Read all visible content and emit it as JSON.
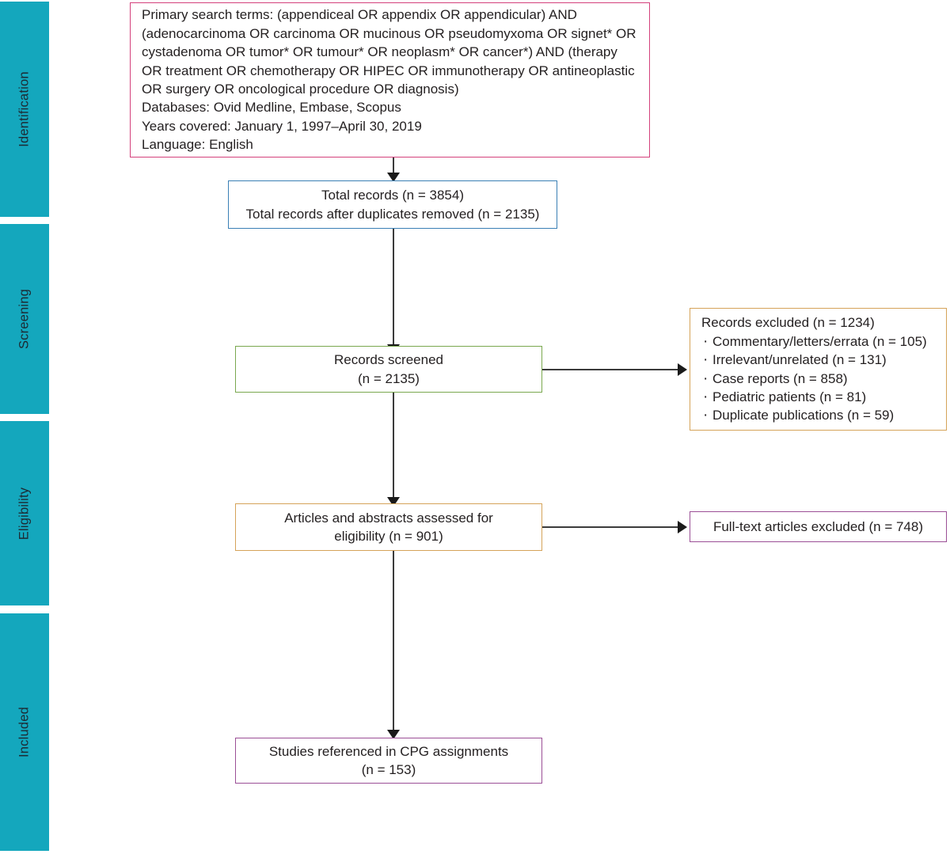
{
  "diagram": {
    "type": "prisma-flow-diagram",
    "title": "PRISMA study selection flow diagram",
    "rail_color": "#14a7bd",
    "connector_color": "#3b3b3b"
  },
  "stages": [
    {
      "label": "Identification"
    },
    {
      "label": "Screening"
    },
    {
      "label": "Eligibility"
    },
    {
      "label": "Included"
    }
  ],
  "boxes": {
    "search_terms": {
      "border_color": "#d4417c",
      "lines": [
        "Primary search terms: (appendiceal OR appendix OR appendicular) AND",
        "(adenocarcinoma OR carcinoma OR mucinous OR pseudomyxoma OR signet* OR",
        "cystadenoma OR tumor* OR tumour* OR neoplasm* OR cancer*) AND (therapy",
        "OR treatment OR chemotherapy OR HIPEC OR immunotherapy OR antineoplastic",
        "OR surgery OR oncological procedure OR diagnosis)",
        "Databases: Ovid Medline, Embase, Scopus",
        "Years covered: January 1, 1997–April 30, 2019",
        "Language: English"
      ]
    },
    "total_records": {
      "border_color": "#3a7fb5",
      "lines": [
        "Total records (n = 3854)",
        "Total records after duplicates removed (n = 2135)"
      ]
    },
    "records_screened": {
      "border_color": "#7aa84f",
      "lines": [
        "Records screened",
        "(n = 2135)"
      ]
    },
    "records_excluded": {
      "border_color": "#d9a košice",
      "border": "#d5a359",
      "heading": "Records excluded (n = 1234)",
      "items": [
        "Commentary/letters/errata (n = 105)",
        "Irrelevant/unrelated (n = 131)",
        "Case reports (n = 858)",
        "Pediatric patients (n = 81)",
        "Duplicate publications (n = 59)"
      ]
    },
    "assessed_eligibility": {
      "border_color": "#d5a359",
      "lines": [
        "Articles and abstracts assessed for",
        "eligibility (n = 901)"
      ]
    },
    "fulltext_excluded": {
      "border_color": "#9b4f96",
      "lines": [
        "Full-text articles excluded (n = 748)"
      ]
    },
    "studies_included": {
      "border_color": "#9b4f96",
      "lines": [
        "Studies referenced in CPG assignments",
        "(n = 153)"
      ]
    }
  },
  "counts": {
    "total_records": 3854,
    "after_duplicates": 2135,
    "records_screened": 2135,
    "records_excluded_total": 1234,
    "excluded_commentary_letters_errata": 105,
    "excluded_irrelevant_unrelated": 131,
    "excluded_case_reports": 858,
    "excluded_pediatric_patients": 81,
    "excluded_duplicate_publications": 59,
    "assessed_for_eligibility": 901,
    "fulltext_excluded": 748,
    "studies_included": 153
  }
}
